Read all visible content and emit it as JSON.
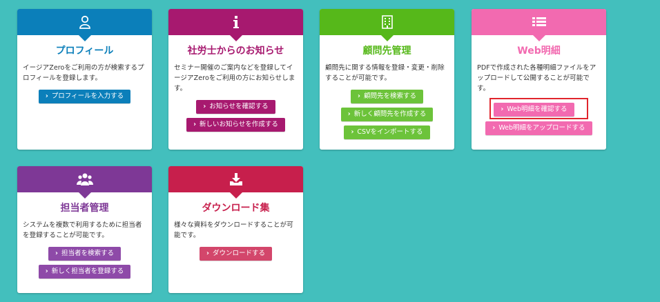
{
  "colors": {
    "background": "#43bfbd",
    "profile": "#0b7fba",
    "notice": "#a7196f",
    "client": "#56b81a",
    "web": "#f26ab0",
    "person": "#7e3896",
    "download": "#c71f4c",
    "highlight": "#e0242c"
  },
  "cards": {
    "profile": {
      "icon": "person-icon",
      "title": "プロフィール",
      "desc": "イージアZeroをご利用の方が検索するプロフィールを登録します。",
      "buttons": [
        "プロフィールを入力する"
      ]
    },
    "notice": {
      "icon": "info-icon",
      "title": "社労士からのお知らせ",
      "desc": "セミナー開催のご案内などを登録してイージアZeroをご利用の方にお知らせします。",
      "buttons": [
        "お知らせを確認する",
        "新しいお知らせを作成する"
      ]
    },
    "client": {
      "icon": "building-icon",
      "title": "顧問先管理",
      "desc": "顧問先に関する情報を登録・変更・削除することが可能です。",
      "buttons": [
        "顧問先を検索する",
        "新しく顧問先を作成する",
        "CSVをインポートする"
      ]
    },
    "web": {
      "icon": "list-icon",
      "title": "Web明細",
      "desc": "PDFで作成された各種明細ファイルをアップロードして公開することが可能です。",
      "buttons": [
        "Web明細を確認する",
        "Web明細をアップロードする"
      ]
    },
    "person": {
      "icon": "group-icon",
      "title": "担当者管理",
      "desc": "システムを複数で利用するために担当者を登録することが可能です。",
      "buttons": [
        "担当者を検索する",
        "新しく担当者を登録する"
      ]
    },
    "download": {
      "icon": "download-icon",
      "title": "ダウンロード集",
      "desc": "様々な資料をダウンロードすることが可能です。",
      "buttons": [
        "ダウンロードする"
      ]
    }
  }
}
